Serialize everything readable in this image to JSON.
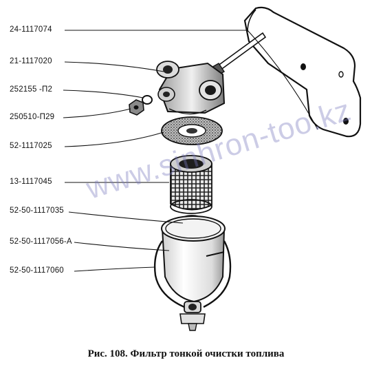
{
  "figure": {
    "caption": "Рис. 108. Фильтр тонкой очистки топлива",
    "watermark": "www.sinhron-too.kz",
    "callouts": [
      {
        "id": "bracket",
        "label": "24-1117074"
      },
      {
        "id": "body-bolt",
        "label": "21-1117020"
      },
      {
        "id": "washer",
        "label": "252155 -П2"
      },
      {
        "id": "nut",
        "label": "250510-П29"
      },
      {
        "id": "gasket",
        "label": "52-1117025"
      },
      {
        "id": "filter-element",
        "label": "13-1117045"
      },
      {
        "id": "spring",
        "label": "52-50-1117035"
      },
      {
        "id": "seal-ring",
        "label": "52-50-1117056-А"
      },
      {
        "id": "sump-bowl",
        "label": "52-50-1117060"
      }
    ]
  }
}
